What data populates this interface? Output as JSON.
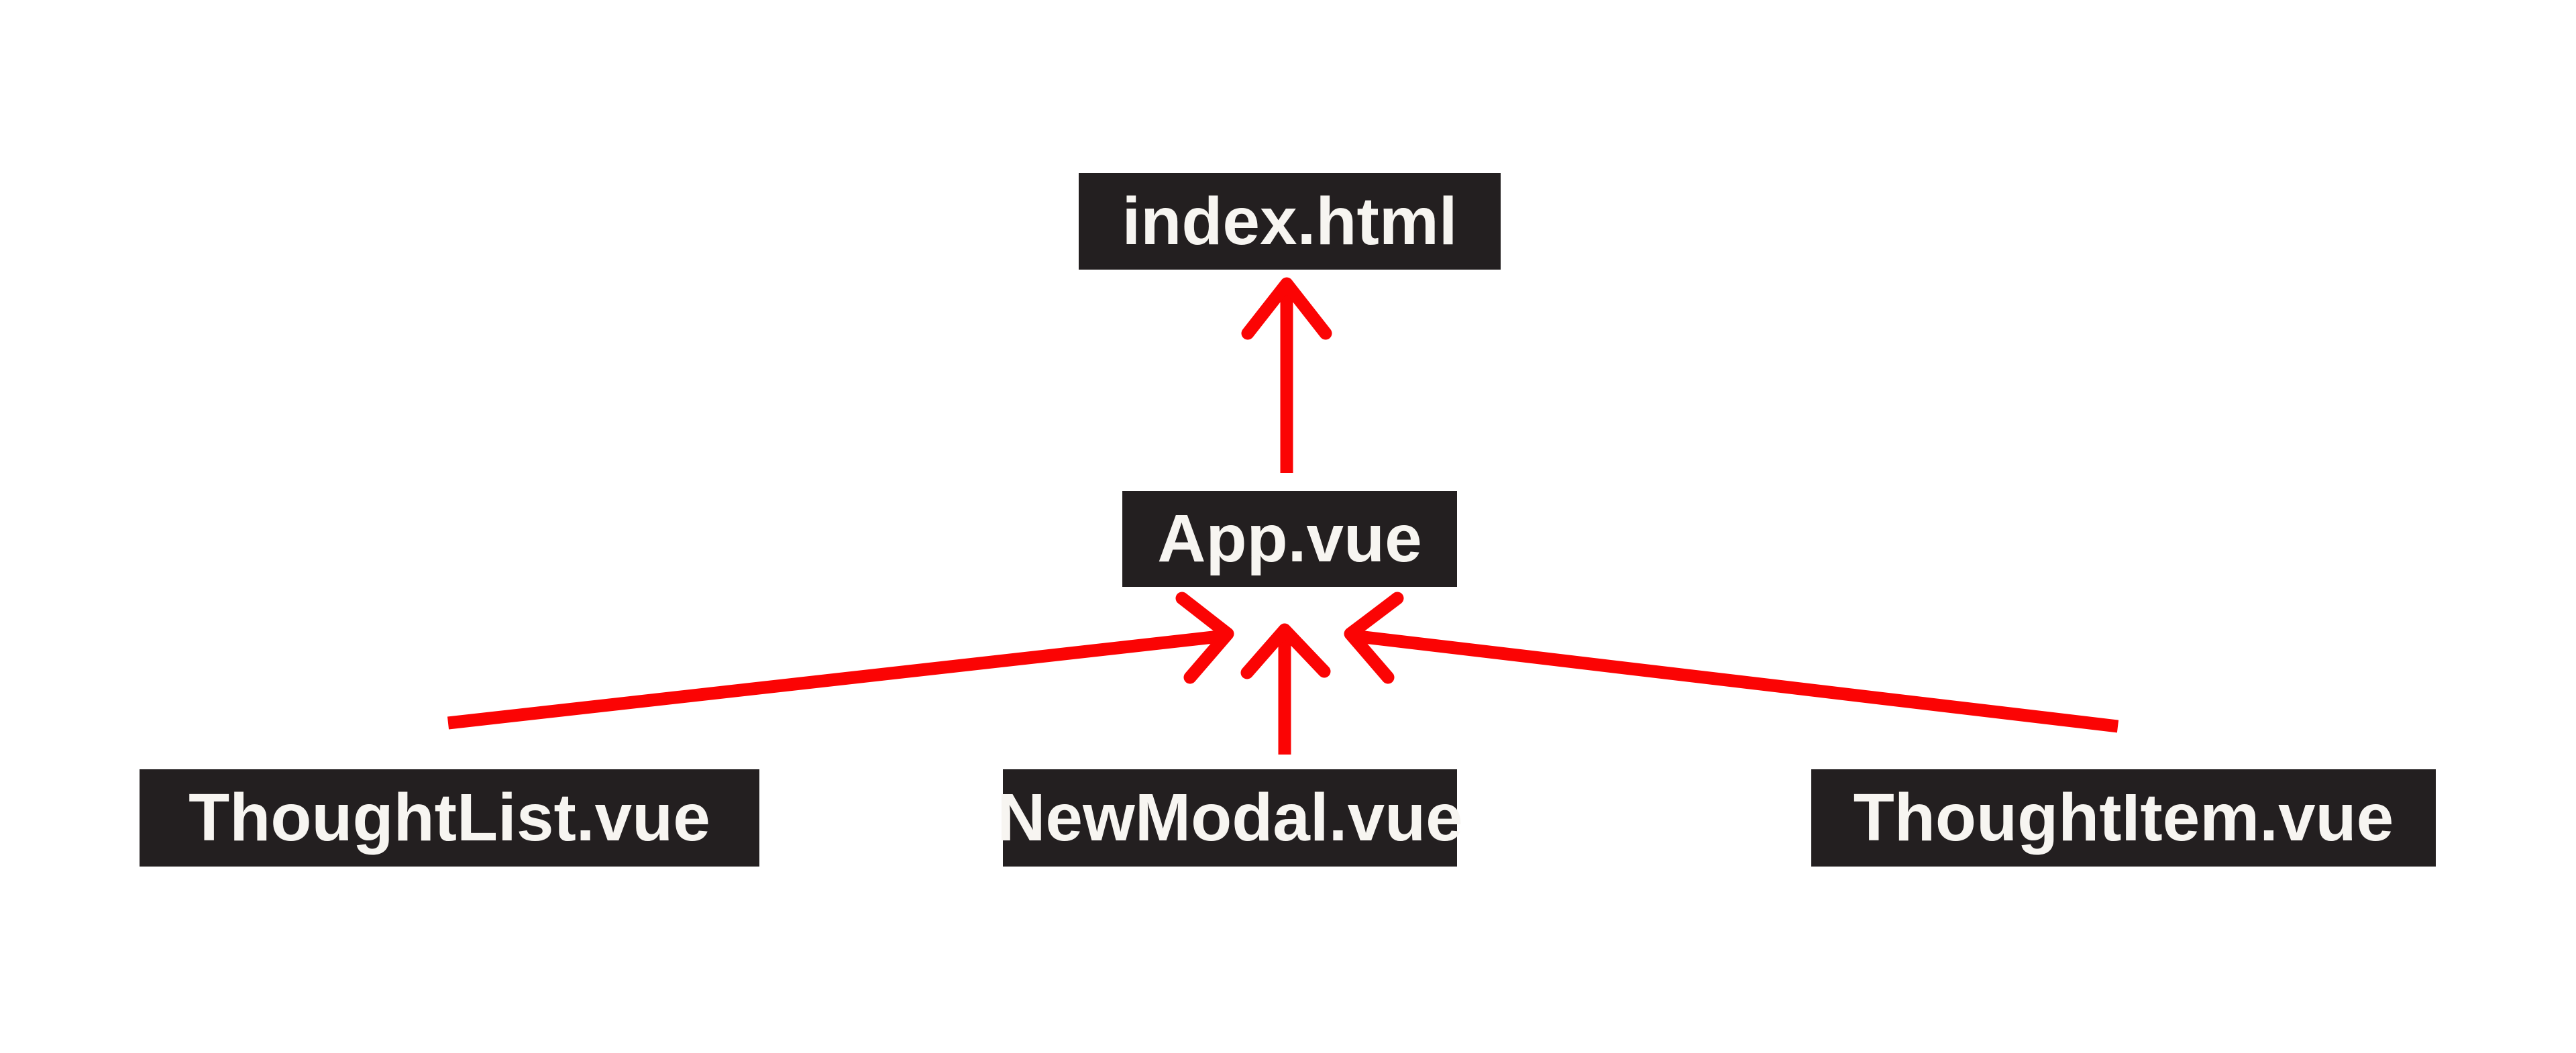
{
  "diagram": {
    "nodes": [
      {
        "id": "index-html",
        "label": "index.html"
      },
      {
        "id": "app-vue",
        "label": "App.vue"
      },
      {
        "id": "thoughtlist-vue",
        "label": "ThoughtList.vue"
      },
      {
        "id": "newmodal-vue",
        "label": "NewModal.vue"
      },
      {
        "id": "thoughtitem-vue",
        "label": "ThoughtItem.vue"
      }
    ],
    "edges": [
      {
        "from": "App.vue",
        "to": "index.html"
      },
      {
        "from": "ThoughtList.vue",
        "to": "App.vue"
      },
      {
        "from": "NewModal.vue",
        "to": "App.vue"
      },
      {
        "from": "ThoughtItem.vue",
        "to": "App.vue"
      }
    ],
    "colors": {
      "node_bg": "#231f20",
      "node_text": "#f7f5f1",
      "arrow": "#fb0404",
      "background": "#ffffff"
    }
  }
}
